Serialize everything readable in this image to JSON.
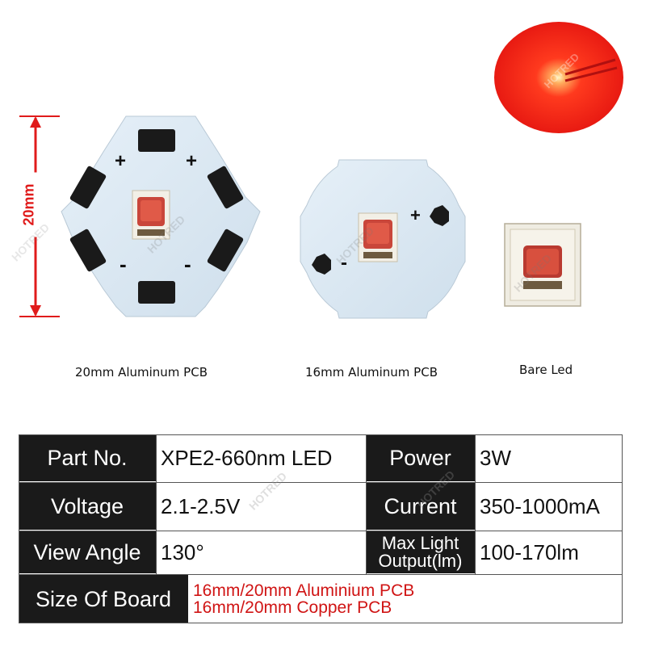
{
  "captions": {
    "pcb20": "20mm Aluminum PCB",
    "pcb16": "16mm Aluminum PCB",
    "bare": "Bare Led"
  },
  "dimension": {
    "label": "20mm",
    "color": "#e01b1b"
  },
  "watermark": "HOTRED",
  "polarity": {
    "plus": "+",
    "minus": "-"
  },
  "specs": {
    "part_label": "Part No.",
    "part_value": "XPE2-660nm LED",
    "power_label": "Power",
    "power_value": "3W",
    "voltage_label": "Voltage",
    "voltage_value": "2.1-2.5V",
    "current_label": "Current",
    "current_value": "350-1000mA",
    "angle_label": "View Angle",
    "angle_value": "130°",
    "light_label_line1": "Max Light",
    "light_label_line2": "Output(lm)",
    "light_value": "100-170lm",
    "board_label": "Size Of Board",
    "board_value_line1": "16mm/20mm Aluminium PCB",
    "board_value_line2": "16mm/20mm Copper PCB"
  },
  "colors": {
    "led_red": "#ff3a1e",
    "label_bg": "#1a1a1a",
    "board_text": "#d01414",
    "pcb": "#dbe9f4"
  }
}
